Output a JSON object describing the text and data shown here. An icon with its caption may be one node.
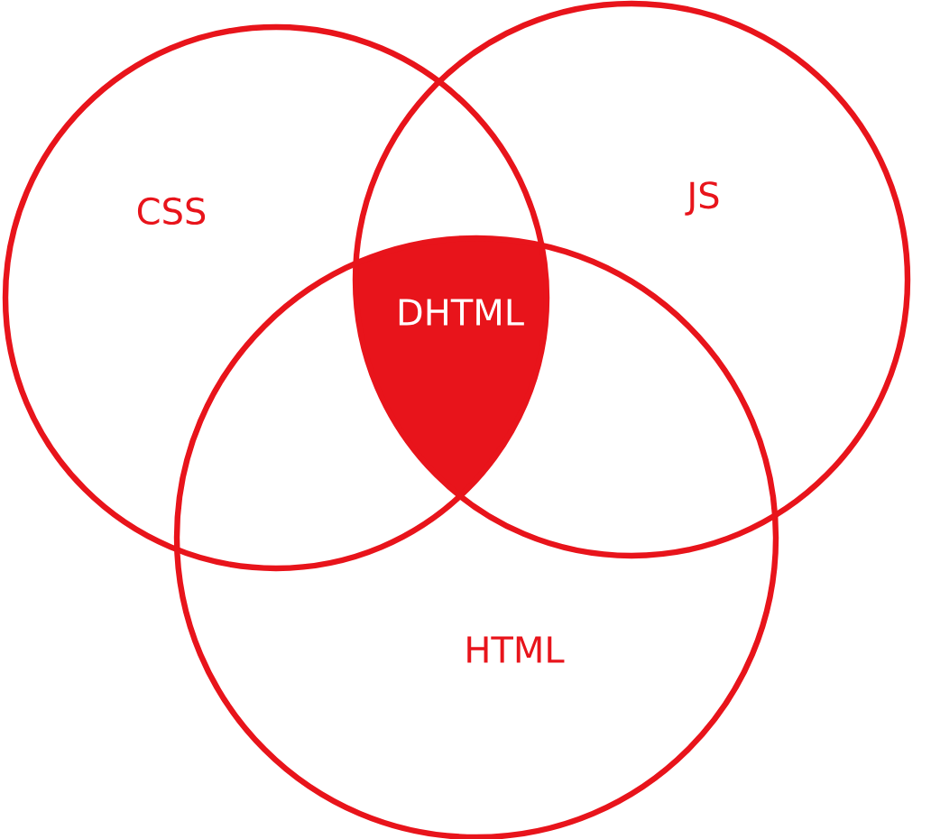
{
  "diagram": {
    "nodes": [
      {
        "text": [
          "CSS"
        ]
      },
      {
        "text": [
          "JS"
        ]
      },
      {
        "text": [
          "HTML"
        ]
      },
      {
        "text": [
          "DHTML"
        ]
      }
    ]
  }
}
